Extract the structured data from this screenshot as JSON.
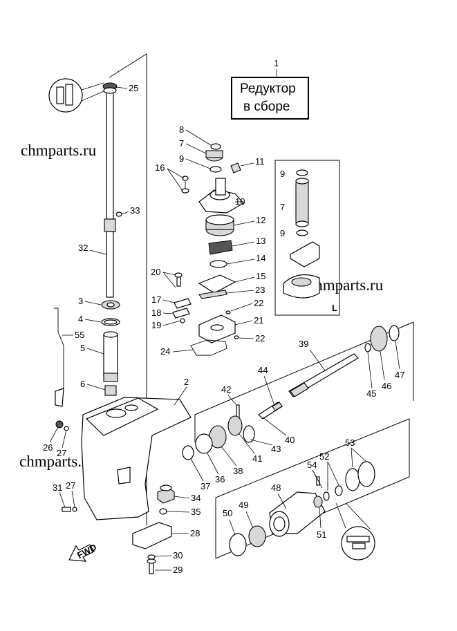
{
  "title_box": {
    "line1": "Редуктор",
    "line2": "в сборе",
    "ref": "1"
  },
  "watermarks": [
    "chmparts.ru",
    "chmparts.ru",
    "chmparts.ru"
  ],
  "inset_label": "L",
  "fwd_label": "FWD",
  "callouts": [
    "2",
    "3",
    "4",
    "5",
    "6",
    "7",
    "8",
    "9",
    "10",
    "11",
    "12",
    "13",
    "14",
    "15",
    "16",
    "17",
    "18",
    "19",
    "20",
    "21",
    "22",
    "22",
    "23",
    "24",
    "25",
    "26",
    "27",
    "27",
    "28",
    "29",
    "30",
    "31",
    "32",
    "33",
    "34",
    "35",
    "36",
    "37",
    "38",
    "39",
    "40",
    "41",
    "42",
    "43",
    "44",
    "45",
    "46",
    "47",
    "48",
    "49",
    "50",
    "51",
    "52",
    "53",
    "54",
    "55"
  ],
  "inset_callouts": [
    "9",
    "7",
    "9"
  ]
}
